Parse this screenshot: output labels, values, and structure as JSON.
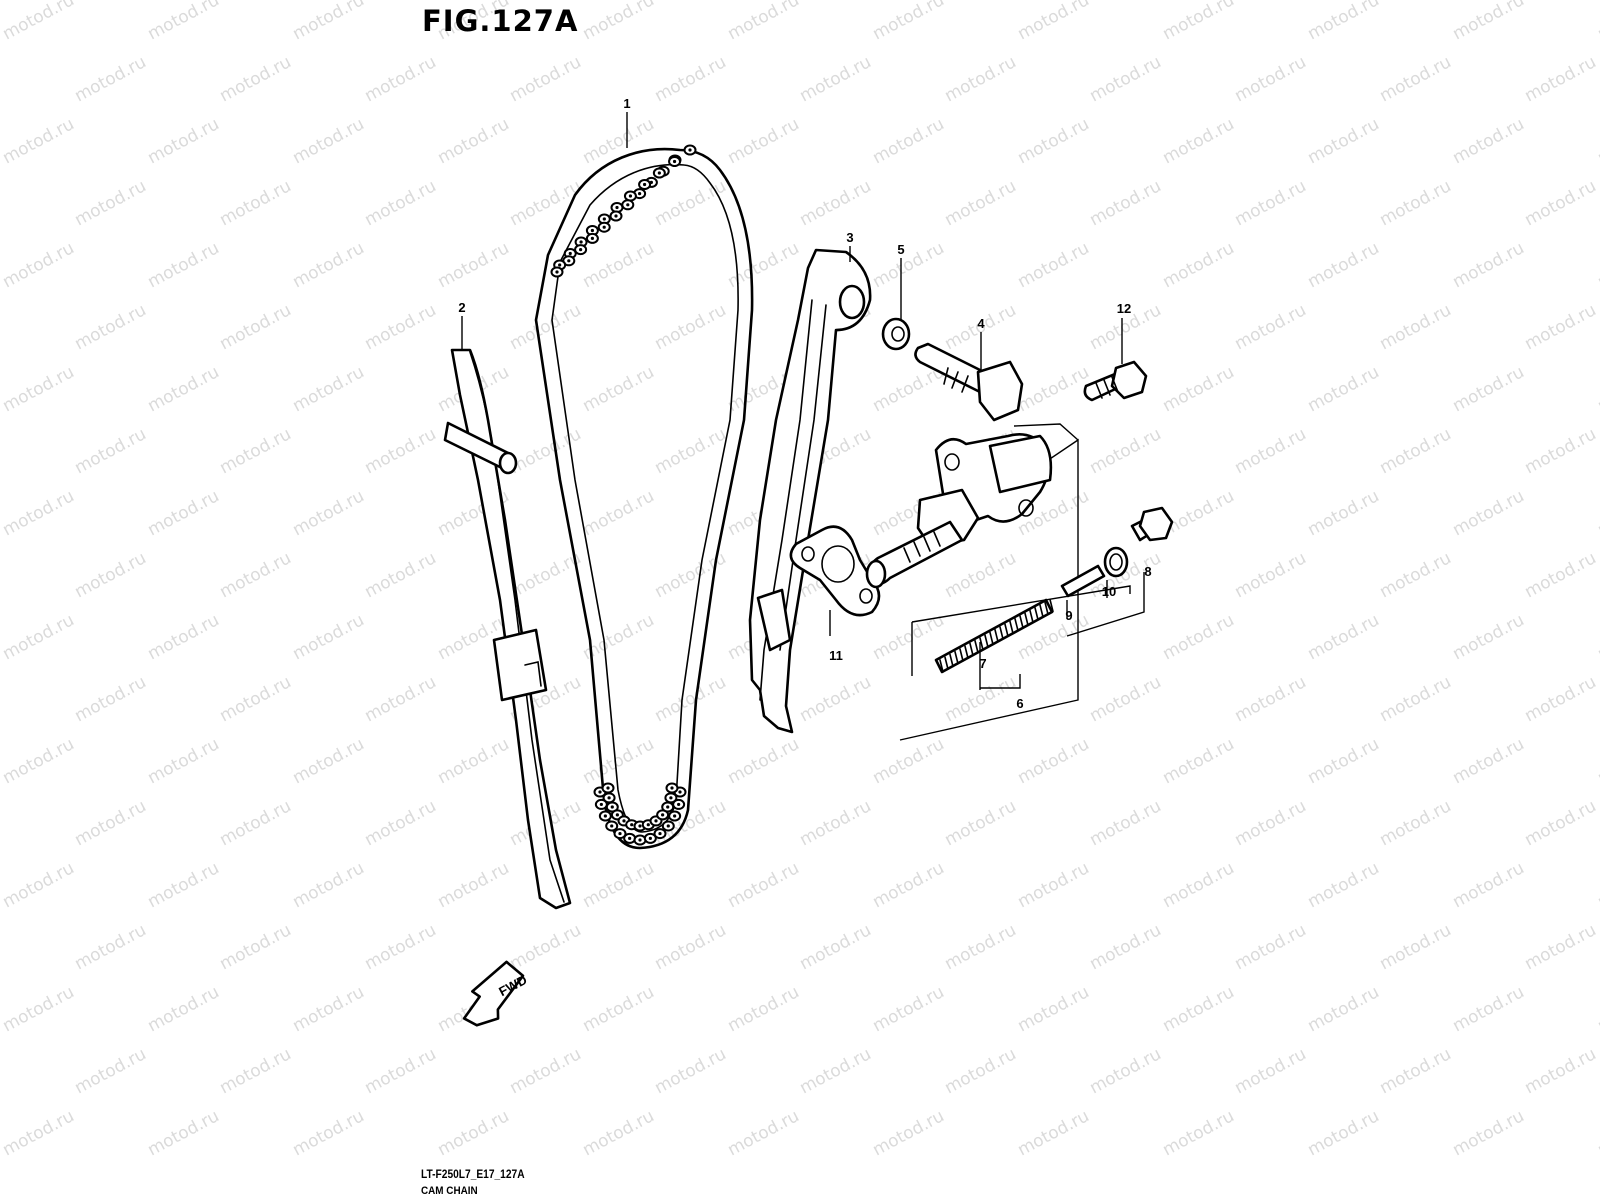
{
  "figure": {
    "title": "FIG.127A",
    "code": "LT-F250L7_E17_127A",
    "caption": "CAM CHAIN",
    "direction_label": "FWD"
  },
  "watermark": {
    "text": "motod.ru"
  },
  "callouts": [
    {
      "id": "1",
      "label": "1"
    },
    {
      "id": "2",
      "label": "2"
    },
    {
      "id": "3",
      "label": "3"
    },
    {
      "id": "4",
      "label": "4"
    },
    {
      "id": "5",
      "label": "5"
    },
    {
      "id": "6",
      "label": "6"
    },
    {
      "id": "7",
      "label": "7"
    },
    {
      "id": "8",
      "label": "8"
    },
    {
      "id": "9",
      "label": "9"
    },
    {
      "id": "10",
      "label": "10"
    },
    {
      "id": "11",
      "label": "11"
    },
    {
      "id": "12",
      "label": "12"
    }
  ]
}
